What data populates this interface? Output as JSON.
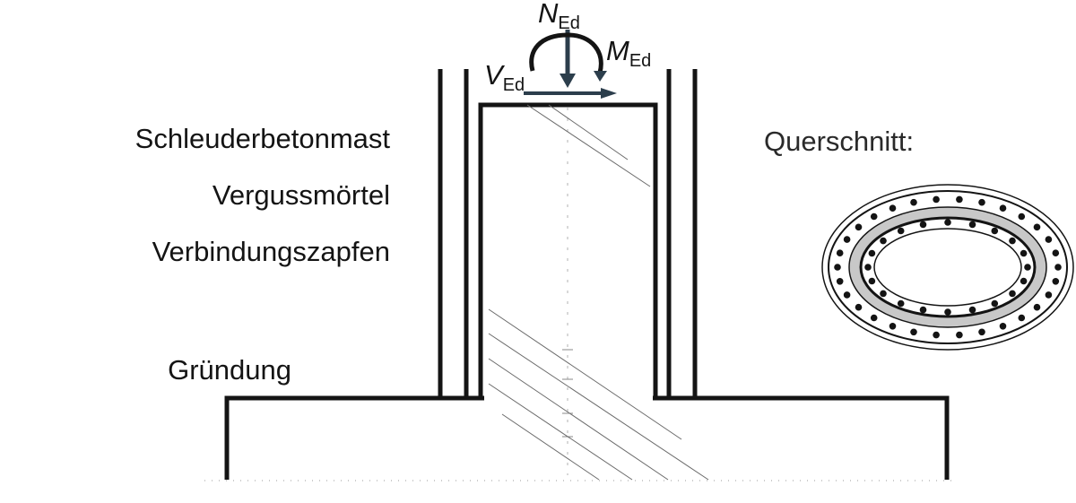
{
  "labels": {
    "schleuderbetonmast": "Schleuderbetonmast",
    "vergussmoertel": "Vergussmörtel",
    "verbindungszapfen": "Verbindungszapfen",
    "gruendung": "Gründung",
    "querschnitt": "Querschnitt:"
  },
  "loads": {
    "axial": {
      "symbol": "N",
      "subscript": "Ed"
    },
    "moment": {
      "symbol": "M",
      "subscript": "Ed"
    },
    "shear": {
      "symbol": "V",
      "subscript": "Ed"
    }
  },
  "cross_section": {
    "outer_bar_count": 30,
    "inner_bar_count": 20
  },
  "colors": {
    "line": "#141414",
    "arrow": "#2c3e4c",
    "grout_ring": "#c8c8c8",
    "hatch": "#6a6a6a"
  }
}
